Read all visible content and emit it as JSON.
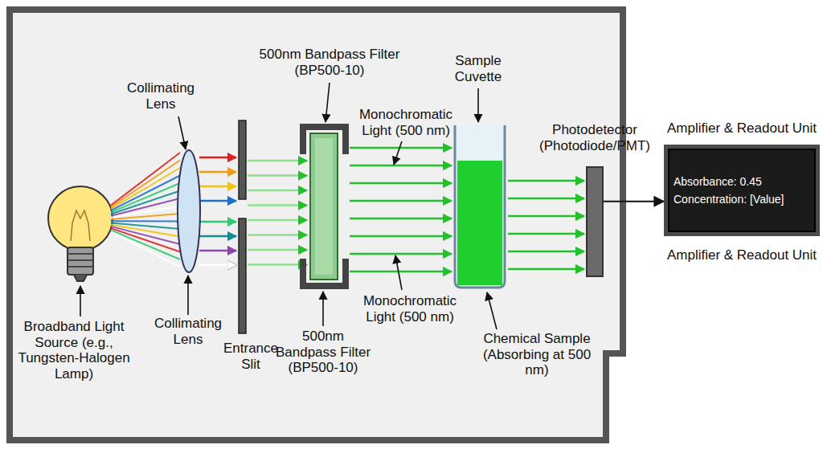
{
  "diagram": {
    "nodes": [
      {
        "text": [
          "Photodetector (Photodiode/PMT)"
        ]
      },
      {
        "text": [
          "Amplifier & Readout Unit",
          "Absorbance: 0.45",
          "Concentration: [Value]",
          "Amplifier & Readout Unit"
        ]
      }
    ],
    "edges": [
      {
        "from": 0,
        "to": 1,
        "arrow": "to"
      }
    ],
    "labels": [
      "Collimating Lens",
      "500nm Bandpass Filter (BP500-10)",
      "Sample Cuvette",
      "Monochromatic Light (500 nm)",
      "Collimating Lens",
      "Broadband Light Source (e.g., Tungsten-Halogen Lamp)",
      "Entrance Slit",
      "500nm Bandpass Filter (BP500-10)",
      "Monochromatic Light (500 nm)",
      "Chemical Sample (Absorbing at 500 nm)"
    ]
  }
}
